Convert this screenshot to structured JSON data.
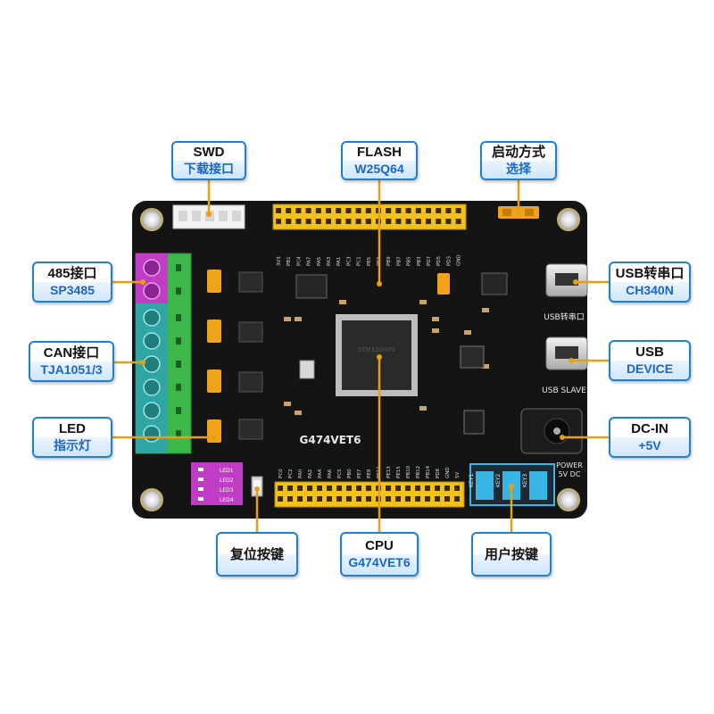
{
  "callouts": {
    "swd": {
      "line1": "SWD",
      "line2": "下载接口"
    },
    "flash": {
      "line1": "FLASH",
      "line2": "W25Q64"
    },
    "boot": {
      "line1": "启动方式",
      "line2": "选择"
    },
    "rs485": {
      "line1": "485接口",
      "line2": "SP3485"
    },
    "can": {
      "line1": "CAN接口",
      "line2": "TJA1051/3"
    },
    "led": {
      "line1": "LED",
      "line2": "指示灯"
    },
    "usb_serial": {
      "line1": "USB转串口",
      "line2": "CH340N"
    },
    "usb_device": {
      "line1": "USB",
      "line2": "DEVICE"
    },
    "dc_in": {
      "line1": "DC-IN",
      "line2": "+5V"
    },
    "reset": {
      "line1": "复位按键"
    },
    "cpu": {
      "line1": "CPU",
      "line2": "G474VET6"
    },
    "user_keys": {
      "line1": "用户按键"
    }
  },
  "board": {
    "model": "G474VET6",
    "usb_serial_silk": "USB转串口",
    "usb_slave_silk": "USB  SLAVE",
    "power_silk": "POWER",
    "power_dc_silk": "5V DC",
    "led_labels": [
      "LED1",
      "LED2",
      "LED3",
      "LED4"
    ],
    "key_labels": [
      "KEY1",
      "KEY2",
      "KEY3"
    ],
    "top_header_pins": [
      "3V3",
      "PB1",
      "PC4",
      "PA7",
      "PA5",
      "PA3",
      "PA1",
      "PC3",
      "PC1",
      "PE5",
      "PE3",
      "PB9",
      "PB7",
      "PB5",
      "PB3",
      "PD7",
      "PD5",
      "PD3",
      "GND"
    ],
    "bottom_header_pins": [
      "PC0",
      "PC2",
      "PA0",
      "PA2",
      "PA4",
      "PA6",
      "PC5",
      "PB0",
      "PE7",
      "PE9",
      "PE11",
      "PE13",
      "PE15",
      "PB10",
      "PB12",
      "PB14",
      "PD8",
      "GND",
      "5V"
    ]
  },
  "colors": {
    "callout_border": "#1f7fd3",
    "callout_text_blue": "#1a66c8",
    "board": "#141414",
    "pin_header": "#f2c21b",
    "terminal_green": "#3cb84a",
    "terminal_teal": "#2fa6a3",
    "terminal_magenta": "#c03cc4",
    "jumper": "#f0a21a",
    "key_cap": "#37b6e6",
    "leader_line": "#e8a013"
  }
}
